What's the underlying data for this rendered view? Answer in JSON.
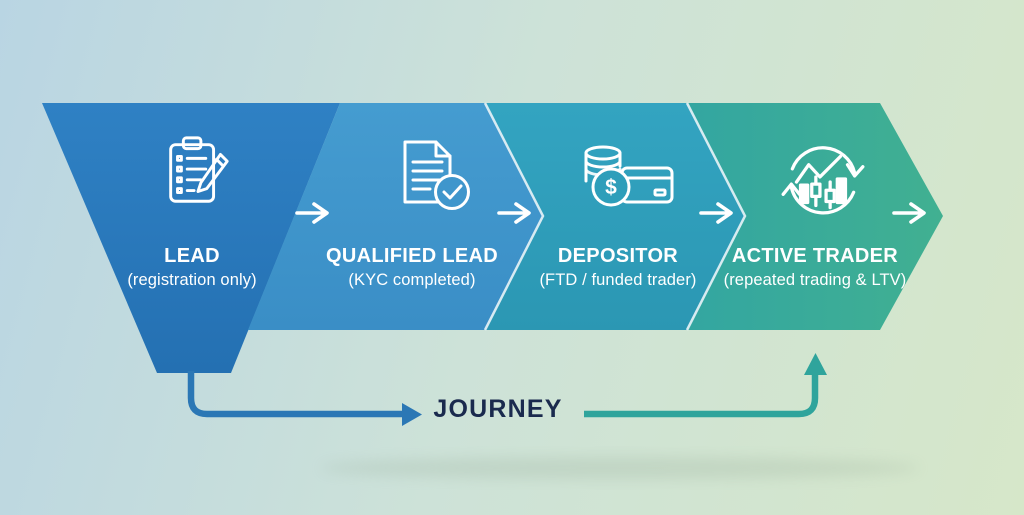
{
  "diagram": {
    "journey_label": "JOURNEY",
    "stages": [
      {
        "title": "LEAD",
        "subtitle": "(registration only)",
        "icon": "clipboard-pencil-icon",
        "color": "#2a7abf"
      },
      {
        "title": "QUALIFIED LEAD",
        "subtitle": "(KYC completed)",
        "icon": "document-check-icon",
        "color": "#3f96cc"
      },
      {
        "title": "DEPOSITOR",
        "subtitle": "(FTD / funded trader)",
        "icon": "coins-card-icon",
        "color": "#2e9eba"
      },
      {
        "title": "ACTIVE TRADER",
        "subtitle": "(repeated trading & LTV)",
        "icon": "cycle-chart-icon",
        "color": "#38aa9b"
      }
    ],
    "icon_symbols": {
      "dollar": "$"
    },
    "colors": {
      "background_top_left": "#b9d5e3",
      "background_bottom_right": "#d6e7c9",
      "journey_text": "#1a2a4e",
      "journey_line_left": "#2b77b5",
      "journey_line_right": "#2fa49c",
      "separator_line": "#e8f3f7",
      "flow_arrow": "#ffffff"
    }
  }
}
